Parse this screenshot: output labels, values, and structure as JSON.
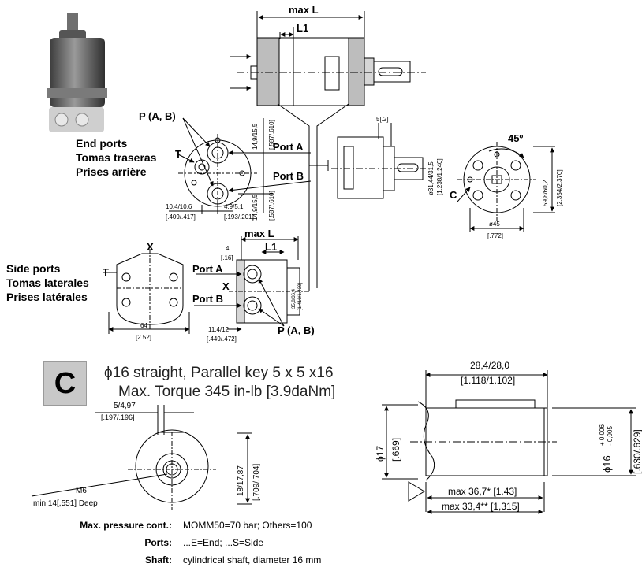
{
  "top": {
    "max_l": "max L",
    "l1": "L1",
    "end_ports": [
      "End ports",
      "Tomas traseras",
      "Prises arrière"
    ],
    "p_ab": "P (A, B)",
    "t": "T",
    "port_a": "Port A",
    "port_b": "Port B",
    "dim_14_9_upper": "14,9/15,5",
    "dim_587_upper": "[.587/.610]",
    "dim_14_9_lower": "14,9/15,5",
    "dim_587_lower": "[.587/.610]",
    "dim_10_4": "10,4/10,6",
    "dim_409": "[.409/.417]",
    "dim_4_9": "4,9/5,1",
    "dim_193": "[.193/.201]",
    "dim_5_2": "5[.2]",
    "dim_31_44": "ø31,44/31,5",
    "dim_1238": "[1.238/1.240]",
    "angle_45": "45º",
    "c_mark": "C",
    "dim_59_8": "59,8/60,2",
    "dim_2354": "[2.354/2.370]",
    "dim_phi45": "ø45",
    "dim_772": "[.772]"
  },
  "side": {
    "labels": [
      "Side ports",
      "Tomas laterales",
      "Prises latérales"
    ],
    "t": "T",
    "x_top": "X",
    "x_mid": "X",
    "max_l": "max L",
    "l1": "L1",
    "port_a": "Port A",
    "port_b": "Port B",
    "p_ab": "P (A, B)",
    "dim_4": "4",
    "dim_16": "[.16]",
    "dim_64": "64",
    "dim_2_52": "[2.52]",
    "dim_11_4": "11,4/12",
    "dim_449": "[.449/.472]",
    "dim_35_8": "35,8/36,4",
    "dim_1410": "[1.410/1.430]"
  },
  "shaft_section": {
    "badge": "C",
    "title_line1": "ϕ16 straight, Parallel key 5 x 5 x16",
    "title_line2": "Max. Torque 345 in-lb [3.9daNm]",
    "dim_5_4_97": "5/4,97",
    "dim_197": "[.197/.196]",
    "dim_18": "18/17,87",
    "dim_709": "[.709/.704]",
    "m6": "M6",
    "deep": "min 14[,551] Deep",
    "dim_28_4": "28,4/28,0",
    "dim_1118": "[1.118/1.102]",
    "phi17": "ϕ17",
    "dim_669": "[.669]",
    "phi16": "ϕ16",
    "tol_plus": "+ 0,006",
    "tol_minus": "- 0,005",
    "dim_630": "[.630/.629]",
    "max_36_7": "max 36,7* [1.43]",
    "max_33_4": "max 33,4** [1,315]"
  },
  "specs": [
    {
      "label": "Max. pressure cont.:",
      "value": "MOMM50=70 bar; Others=100"
    },
    {
      "label": "Ports:",
      "value": "...E=End; ...S=Side"
    },
    {
      "label": "Shaft:",
      "value": "cylindrical shaft, diameter 16 mm"
    }
  ]
}
